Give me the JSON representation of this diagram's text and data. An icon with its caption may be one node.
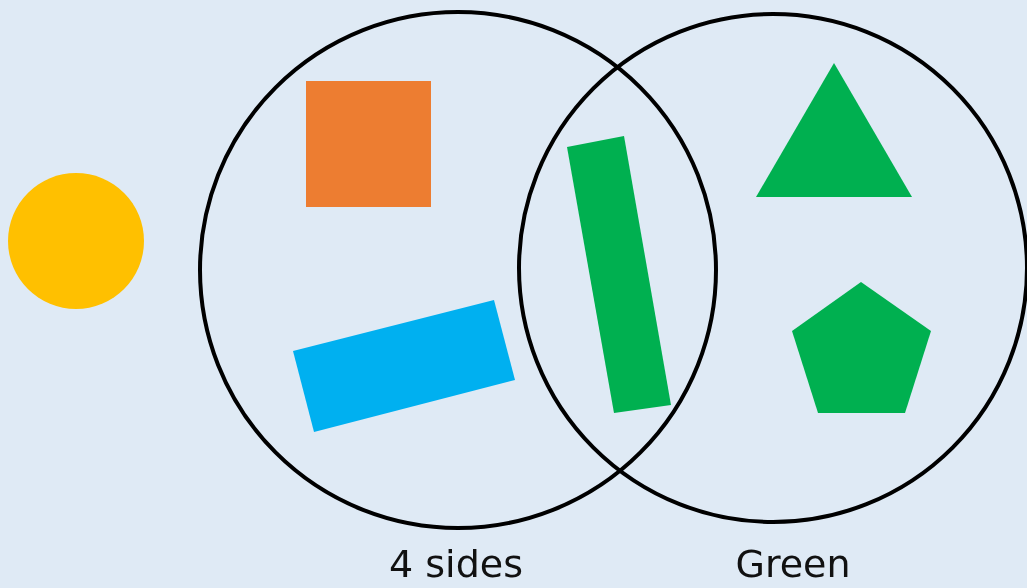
{
  "diagram": {
    "nodes": [
      {
        "text": [],
        "shape": "circle"
      },
      {
        "text": [
          "4 sides"
        ]
      },
      {
        "text": [],
        "shape": "square",
        "in": 1
      },
      {
        "text": [],
        "shape": "rectangle",
        "in": 1
      },
      {
        "text": [],
        "shape": "bar"
      },
      {
        "text": [
          "Green"
        ]
      },
      {
        "text": [],
        "shape": "triangle",
        "in": 5
      },
      {
        "text": [],
        "shape": "pentagon",
        "in": 5
      }
    ]
  }
}
